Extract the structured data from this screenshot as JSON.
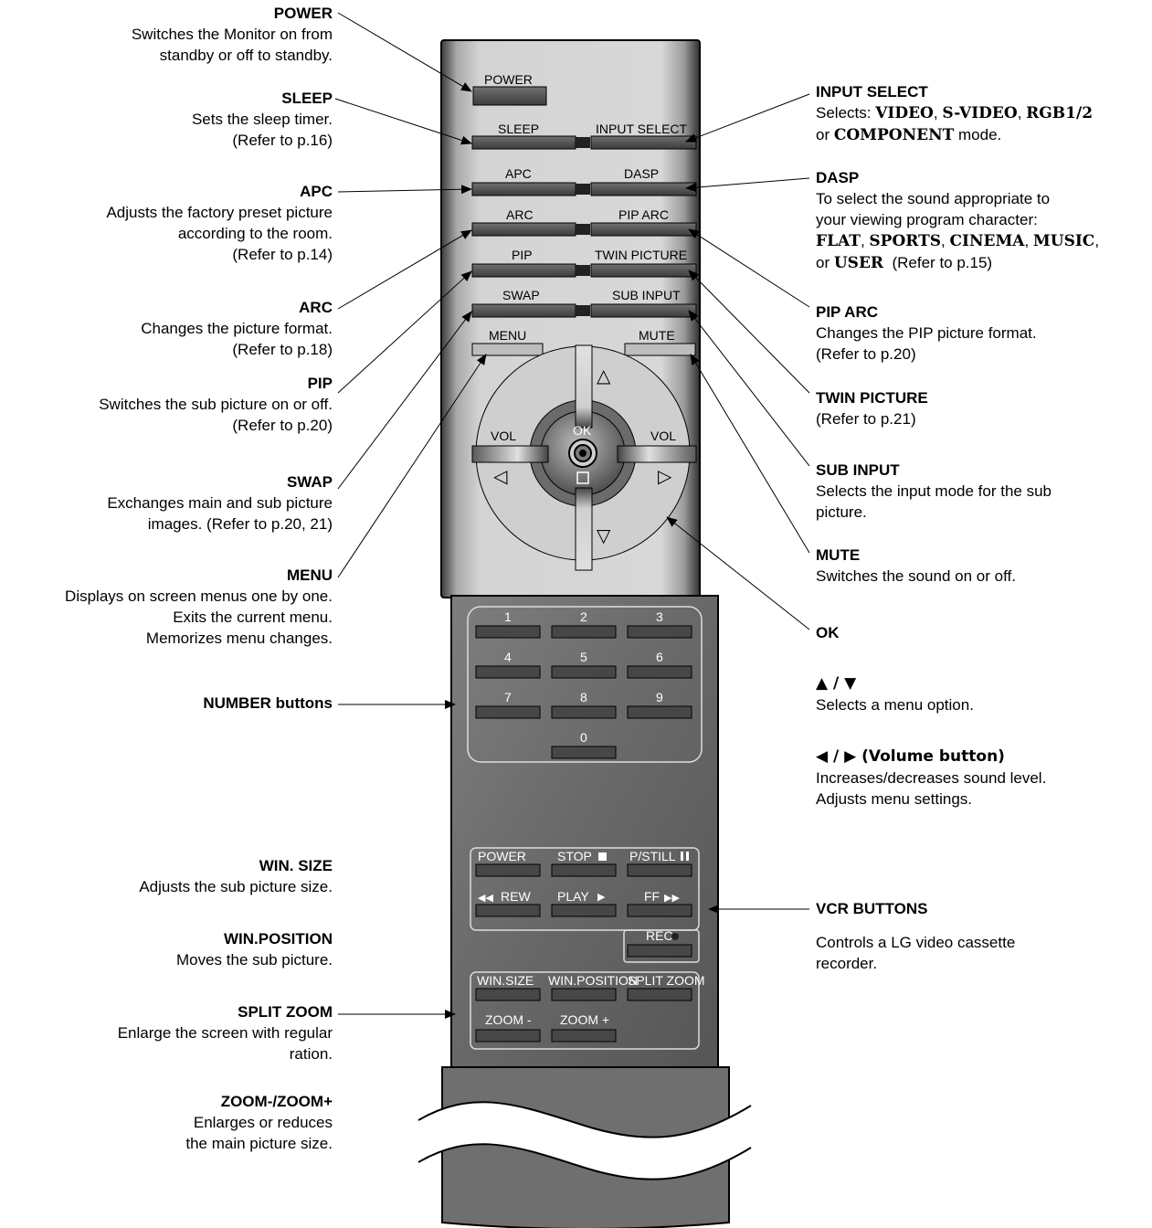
{
  "remote": {
    "top_buttons": {
      "power": "POWER",
      "sleep": "SLEEP",
      "input_select": "INPUT SELECT",
      "apc": "APC",
      "dasp": "DASP",
      "arc": "ARC",
      "pip_arc": "PIP ARC",
      "pip": "PIP",
      "twin_picture": "TWIN PICTURE",
      "swap": "SWAP",
      "sub_input": "SUB INPUT",
      "menu": "MENU",
      "mute": "MUTE",
      "vol_left": "VOL",
      "vol_right": "VOL",
      "ok": "OK"
    },
    "numbers": [
      "1",
      "2",
      "3",
      "4",
      "5",
      "6",
      "7",
      "8",
      "9",
      "0"
    ],
    "vcr": {
      "power": "POWER",
      "stop": "STOP",
      "pstill": "P/STILL",
      "rew": "REW",
      "play": "PLAY",
      "ff": "FF",
      "rec": "REC"
    },
    "win": {
      "win_size": "WIN.SIZE",
      "win_position": "WIN.POSITION",
      "split_zoom": "SPLIT ZOOM",
      "zoom_minus": "ZOOM -",
      "zoom_plus": "ZOOM +"
    }
  },
  "left_annotations": {
    "power": {
      "title": "POWER",
      "lines": [
        "Switches the Monitor on from",
        "standby or off to standby."
      ]
    },
    "sleep": {
      "title": "SLEEP",
      "lines": [
        "Sets the sleep timer.",
        "(Refer to p.16)"
      ]
    },
    "apc": {
      "title": "APC",
      "lines": [
        "Adjusts the factory preset picture",
        "according to the room.",
        "(Refer to p.14)"
      ]
    },
    "arc": {
      "title": "ARC",
      "lines": [
        "Changes the picture format.",
        "(Refer to p.18)"
      ]
    },
    "pip": {
      "title": "PIP",
      "lines": [
        "Switches the sub picture on or off.",
        "(Refer to p.20)"
      ]
    },
    "swap": {
      "title": "SWAP",
      "lines": [
        "Exchanges main and sub picture",
        "images. (Refer to p.20, 21)"
      ]
    },
    "menu": {
      "title": "MENU",
      "lines": [
        "Displays on screen menus one by one.",
        "Exits the current menu.",
        "Memorizes menu changes."
      ]
    },
    "number": {
      "title": "NUMBER buttons"
    },
    "win_size": {
      "title": "WIN. SIZE",
      "lines": [
        "Adjusts the sub picture size."
      ]
    },
    "win_position": {
      "title": "WIN.POSITION",
      "lines": [
        "Moves the sub picture."
      ]
    },
    "split_zoom": {
      "title": "SPLIT ZOOM",
      "lines": [
        "Enlarge the screen with regular",
        "ration."
      ]
    },
    "zoom": {
      "title": "ZOOM-/ZOOM+",
      "lines": [
        "Enlarges or reduces",
        "the main picture size."
      ]
    }
  },
  "right_annotations": {
    "input_select": {
      "title": "INPUT SELECT",
      "line1_prefix": "Selects: ",
      "line1_items": [
        "VIDEO",
        "S-VIDEO",
        "RGB1/2"
      ],
      "line2_prefix": "or ",
      "line2_item": "COMPONENT",
      "line2_suffix": " mode."
    },
    "dasp": {
      "title": "DASP",
      "lines": [
        "To select the sound appropriate to",
        "your viewing program character:"
      ],
      "modes": [
        "FLAT",
        "SPORTS",
        "CINEMA",
        "MUSIC"
      ],
      "last_prefix": "or ",
      "last_mode": "USER",
      "last_suffix": "(Refer to p.15)"
    },
    "pip_arc": {
      "title": "PIP ARC",
      "lines": [
        "Changes the PIP picture format.",
        "(Refer to p.20)"
      ]
    },
    "twin_picture": {
      "title": "TWIN PICTURE",
      "lines": [
        "(Refer to p.21)"
      ]
    },
    "sub_input": {
      "title": "SUB INPUT",
      "lines": [
        "Selects the input mode for the sub",
        "picture."
      ]
    },
    "mute": {
      "title": "MUTE",
      "lines": [
        "Switches the sound on or off."
      ]
    },
    "ok": {
      "title": "OK"
    },
    "updown": {
      "title": "▲ / ▼",
      "lines": [
        "Selects a menu option."
      ]
    },
    "volume": {
      "title": "◀ / ▶  (Volume button)",
      "lines": [
        "Increases/decreases sound level.",
        "Adjusts menu settings."
      ]
    },
    "vcr": {
      "title": "VCR BUTTONS",
      "lines": [
        "Controls a LG video cassette",
        "recorder."
      ]
    }
  }
}
